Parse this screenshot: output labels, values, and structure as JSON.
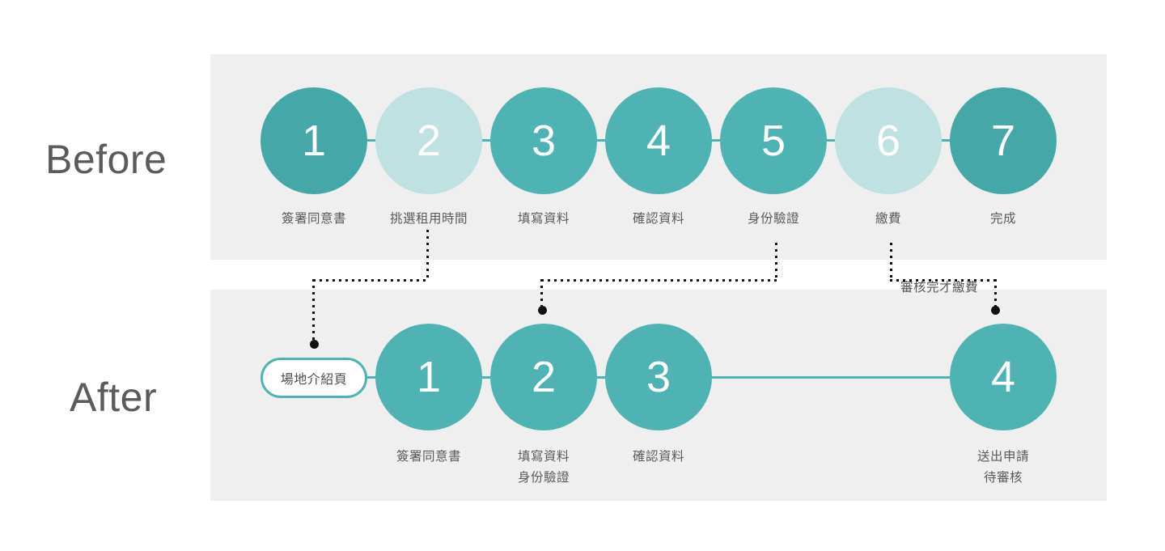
{
  "diagram": {
    "rows": {
      "before_label": "Before",
      "after_label": "After"
    },
    "before": {
      "steps": [
        {
          "number": "1",
          "label": "簽署同意書",
          "state": "active"
        },
        {
          "number": "2",
          "label": "挑選租用時間",
          "state": "muted"
        },
        {
          "number": "3",
          "label": "填寫資料",
          "state": "active"
        },
        {
          "number": "4",
          "label": "確認資料",
          "state": "active"
        },
        {
          "number": "5",
          "label": "身份驗證",
          "state": "active"
        },
        {
          "number": "6",
          "label": "繳費",
          "state": "muted"
        },
        {
          "number": "7",
          "label": "完成",
          "state": "active"
        }
      ]
    },
    "after": {
      "entry_pill": "場地介紹頁",
      "steps": [
        {
          "number": "1",
          "label": "簽署同意書",
          "state": "active"
        },
        {
          "number": "2",
          "label": "填寫資料\n身份驗證",
          "state": "active"
        },
        {
          "number": "3",
          "label": "確認資料",
          "state": "active"
        },
        {
          "number": "4",
          "label": "送出申請\n待審核",
          "state": "active"
        }
      ]
    },
    "annotations": [
      {
        "text": "審核完才繳費"
      }
    ],
    "colors": {
      "teal_active": "#4fb3b3",
      "teal_deep": "#45a7a7",
      "teal_muted": "#bfe1e1",
      "panel_bg": "#efefef",
      "text_gray": "#5b5b5b",
      "page_bg": "#ffffff",
      "flow_dot": "#111111"
    }
  }
}
